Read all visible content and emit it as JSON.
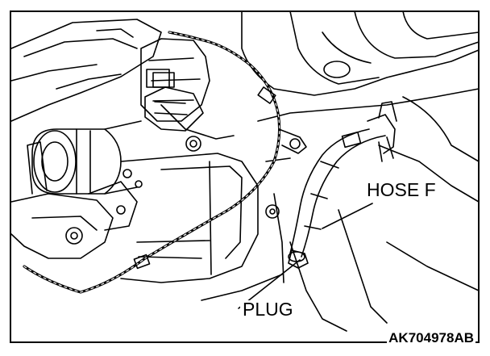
{
  "labels": {
    "hose": "HOSE F",
    "plug": "PLUG"
  },
  "figure_id": "AK704978AB",
  "colors": {
    "line": "#000000",
    "background": "#ffffff"
  }
}
